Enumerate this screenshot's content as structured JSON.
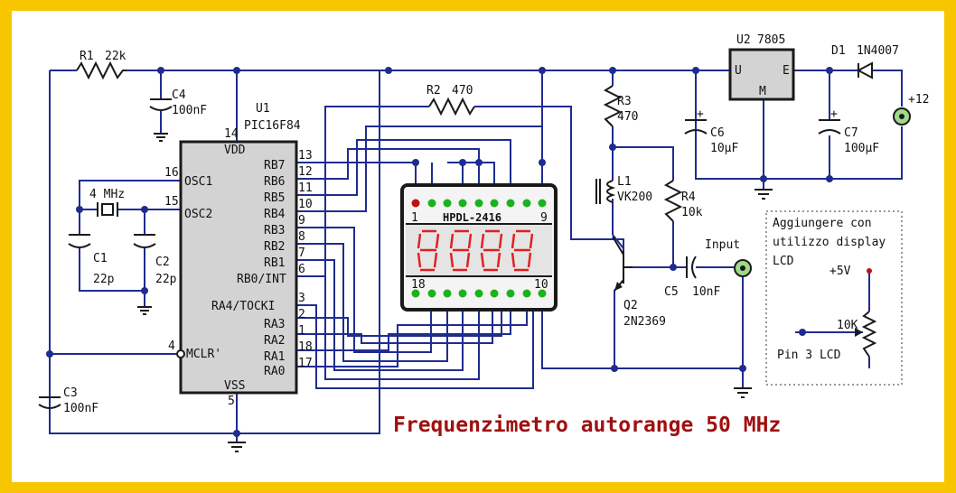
{
  "title": "Frequenzimetro autorange 50 MHz",
  "mcu": {
    "ref": "U1",
    "part": "PIC16F84",
    "pins_left": [
      {
        "num": "14",
        "name": "VDD"
      },
      {
        "num": "16",
        "name": "OSC1"
      },
      {
        "num": "15",
        "name": "OSC2"
      },
      {
        "num": "3",
        "name": "RA4/TOCKI"
      },
      {
        "num": "4",
        "name": "MCLR'"
      },
      {
        "num": "5",
        "name": "VSS"
      }
    ],
    "pins_right": [
      {
        "num": "13",
        "name": "RB7"
      },
      {
        "num": "12",
        "name": "RB6"
      },
      {
        "num": "11",
        "name": "RB5"
      },
      {
        "num": "10",
        "name": "RB4"
      },
      {
        "num": "9",
        "name": "RB3"
      },
      {
        "num": "8",
        "name": "RB2"
      },
      {
        "num": "7",
        "name": "RB1"
      },
      {
        "num": "6",
        "name": "RB0/INT"
      },
      {
        "num": "2",
        "name": "RA3"
      },
      {
        "num": "1",
        "name": "RA2"
      },
      {
        "num": "18",
        "name": "RA1"
      },
      {
        "num": "17",
        "name": "RA0"
      }
    ]
  },
  "display": {
    "part": "HPDL-2416",
    "pin1": "1",
    "pin9": "9",
    "pin18": "18",
    "pin10": "10"
  },
  "components": {
    "r1": {
      "ref": "R1",
      "value": "22k"
    },
    "r2": {
      "ref": "R2",
      "value": "470"
    },
    "r3": {
      "ref": "R3",
      "value": "470"
    },
    "r4": {
      "ref": "R4",
      "value": "10k"
    },
    "c1": {
      "ref": "C1",
      "value": "22p"
    },
    "c2": {
      "ref": "C2",
      "value": "22p"
    },
    "c3": {
      "ref": "C3",
      "value": "100nF"
    },
    "c4": {
      "ref": "C4",
      "value": "100nF"
    },
    "c5": {
      "ref": "C5",
      "value": "10nF"
    },
    "c6": {
      "ref": "C6",
      "value": "10µF"
    },
    "c7": {
      "ref": "C7",
      "value": "100µF"
    },
    "l1": {
      "ref": "L1",
      "value": "VK200"
    },
    "q2": {
      "ref": "Q2",
      "value": "2N2369"
    },
    "u2": {
      "ref": "U2",
      "value": "7805",
      "pin_in": "E",
      "pin_out": "U",
      "pin_gnd": "M"
    },
    "d1": {
      "ref": "D1",
      "value": "1N4007"
    },
    "xtal": {
      "value": "4 MHz"
    }
  },
  "labels": {
    "input": "Input",
    "supply": "+12",
    "plus": "+"
  },
  "lcd_note": {
    "line1": "Aggiungere con",
    "line2": "utilizzo display",
    "line3": "LCD",
    "supply": "+5V",
    "pot": "10K",
    "pin": "Pin 3 LCD"
  },
  "colors": {
    "border": "#f7c600",
    "wire": "#1f2c8f",
    "title": "#a01010",
    "segment": "#e02020",
    "pin_dot": "#1bb21b",
    "node_green": "#9fd98a"
  }
}
